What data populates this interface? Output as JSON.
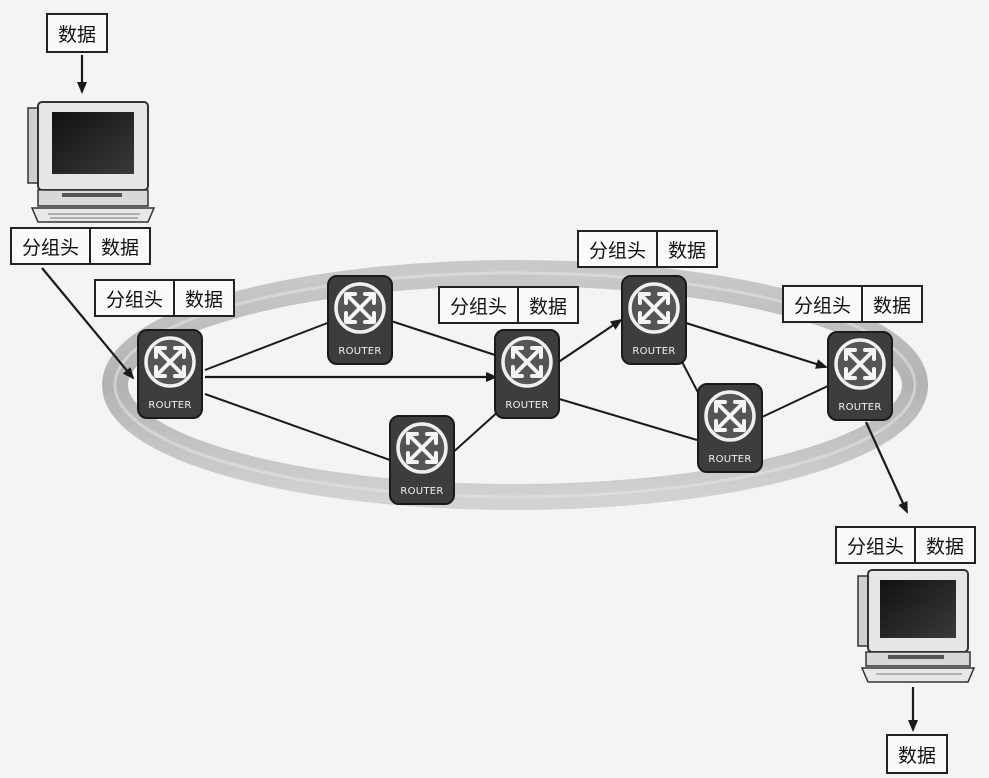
{
  "source_data_label": "数据",
  "dest_data_label": "数据",
  "packet": {
    "header": "分组头",
    "data": "数据"
  },
  "router_label": "ROUTER"
}
